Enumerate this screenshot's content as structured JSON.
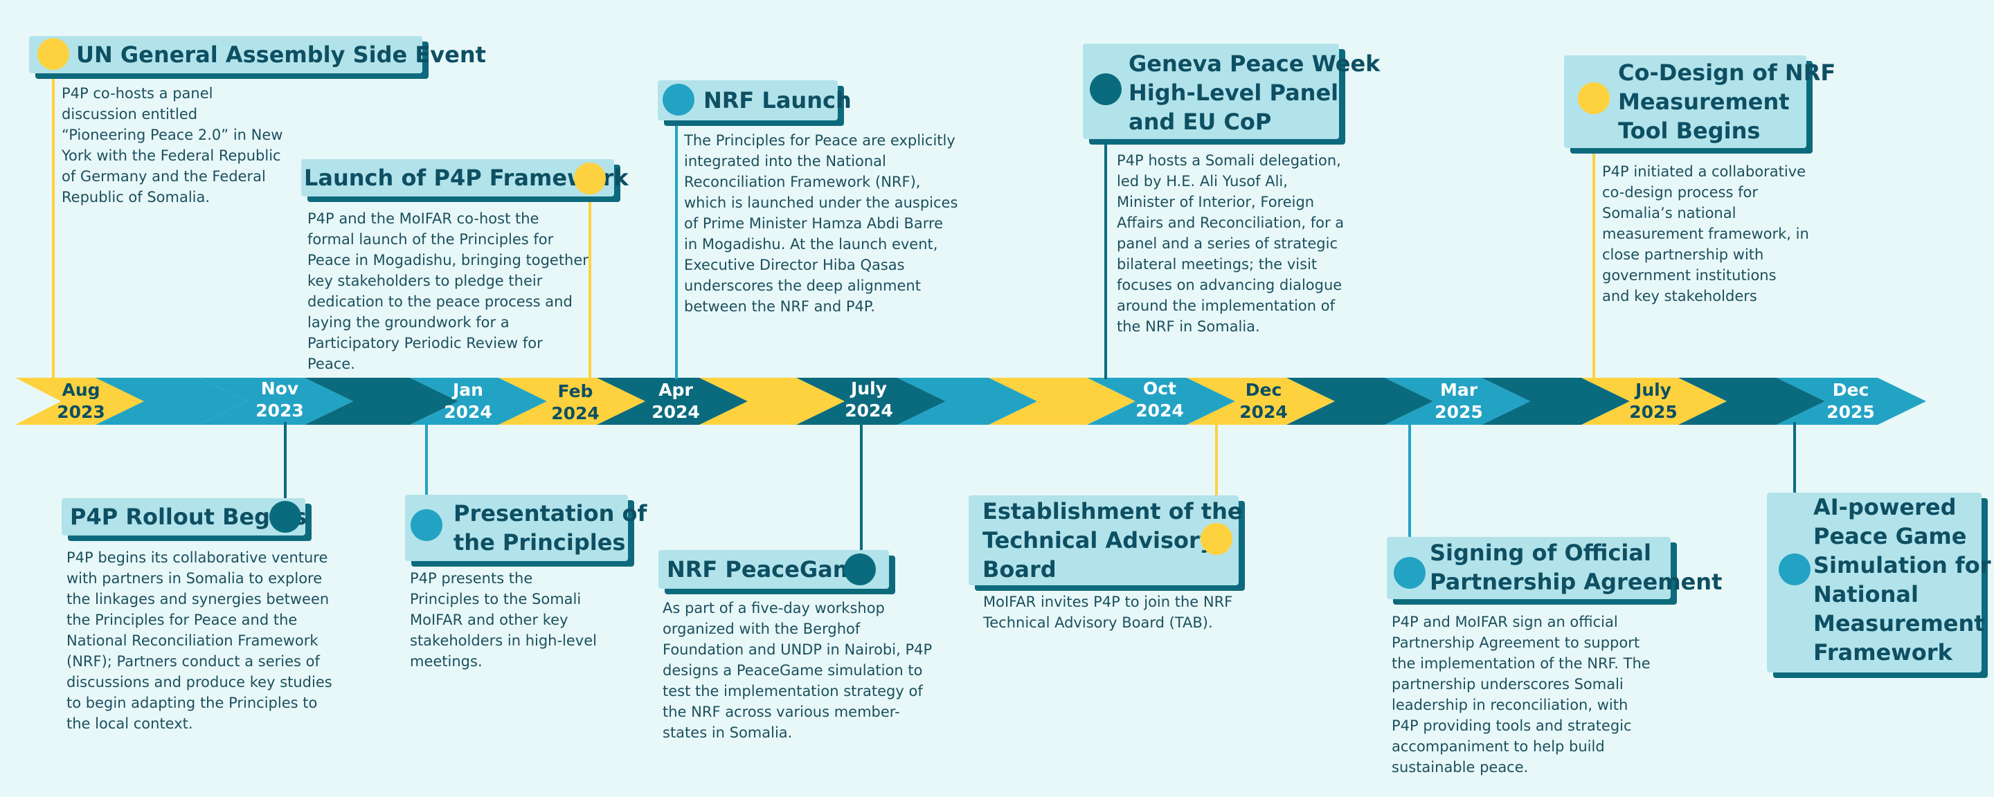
{
  "colors": {
    "background": "#e8f8f8",
    "card": "#b3e3ea",
    "card_shadow": "#0d6a7d",
    "yellow": "#fed23f",
    "teal": "#23a3c4",
    "dark_teal": "#0b6b7e",
    "text": "#1b4f5e"
  },
  "timeline": {
    "markers": [
      {
        "month": "Aug",
        "year": "2023"
      },
      {
        "month": "Nov",
        "year": "2023"
      },
      {
        "month": "Jan",
        "year": "2024"
      },
      {
        "month": "Feb",
        "year": "2024"
      },
      {
        "month": "Apr",
        "year": "2024"
      },
      {
        "month": "July",
        "year": "2024"
      },
      {
        "month": "Oct",
        "year": "2024"
      },
      {
        "month": "Dec",
        "year": "2024"
      },
      {
        "month": "Mar",
        "year": "2025"
      },
      {
        "month": "July",
        "year": "2025"
      },
      {
        "month": "Dec",
        "year": "2025"
      }
    ]
  },
  "events": {
    "un_general_assembly": {
      "title": "UN General Assembly Side Event",
      "description": [
        "P4P co-hosts a panel",
        "discussion entitled",
        "“Pioneering Peace 2.0” in New",
        "York with the Federal Republic",
        "of Germany and the Federal",
        "Republic of Somalia."
      ]
    },
    "p4p_rollout": {
      "title": "P4P Rollout Begins",
      "description": [
        "P4P begins its collaborative venture",
        "with partners in Somalia to explore",
        "the linkages and synergies between",
        "the Principles for Peace and the",
        "National Reconciliation Framework",
        "(NRF); Partners conduct a series of",
        "discussions and produce key studies",
        "to begin adapting the Principles to",
        "the local context."
      ]
    },
    "launch_framework": {
      "title": "Launch of P4P Framework",
      "description": [
        "P4P and the MoIFAR co-host the",
        "formal  launch of the Principles for",
        "Peace in Mogadishu, bringing together",
        "key stakeholders to pledge their",
        "dedication to the peace process and",
        "laying the groundwork for a",
        "Participatory Periodic Review for",
        "Peace."
      ]
    },
    "presentation_principles": {
      "title": [
        "Presentation of",
        "the Principles"
      ],
      "description": [
        "P4P presents the",
        "Principles to the Somali",
        "MoIFAR and other key",
        "stakeholders in high-level",
        "meetings."
      ]
    },
    "nrf_launch": {
      "title": "NRF Launch",
      "description": [
        "The Principles for Peace are explicitly",
        "integrated into the National",
        "Reconciliation Framework (NRF),",
        "which is launched under the auspices",
        "of Prime Minister Hamza Abdi Barre",
        "in Mogadishu. At the launch event,",
        "Executive Director Hiba Qasas",
        "underscores the deep alignment",
        "between the NRF and P4P."
      ]
    },
    "nrf_peacegame": {
      "title": "NRF PeaceGame",
      "description": [
        "As part of a five-day workshop",
        "organized with the Berghof",
        "Foundation and UNDP in Nairobi, P4P",
        "designs a PeaceGame simulation to",
        "test the implementation strategy of",
        "the NRF across various member-",
        "states in Somalia."
      ]
    },
    "geneva_peace_week": {
      "title": [
        "Geneva Peace Week",
        "High-Level Panel",
        "and EU CoP"
      ],
      "description": [
        "P4P hosts a Somali delegation,",
        "led by H.E. Ali Yusof Ali,",
        "Minister of Interior, Foreign",
        "Affairs and Reconciliation, for a",
        "panel and a series of strategic",
        "bilateral meetings; the visit",
        "focuses on advancing dialogue",
        "around the implementation of",
        "the NRF in Somalia."
      ]
    },
    "technical_advisory_board": {
      "title": [
        "Establishment of the",
        "Technical Advisory",
        "Board"
      ],
      "description": [
        "MoIFAR invites P4P to join the NRF",
        "Technical Advisory Board (TAB)."
      ]
    },
    "official_partnership": {
      "title": [
        "Signing of Official",
        "Partnership Agreement"
      ],
      "description": [
        "P4P and MoIFAR sign an official",
        "Partnership Agreement to support",
        "the implementation of the NRF. The",
        "partnership underscores Somali",
        "leadership in reconciliation, with",
        "P4P providing tools and strategic",
        "accompaniment to help build",
        "sustainable peace."
      ]
    },
    "co_design": {
      "title": [
        "Co-Design of NRF",
        "Measurement",
        "Tool Begins"
      ],
      "description": [
        "P4P initiated a collaborative",
        "co-design process for",
        "Somalia’s national",
        "measurement framework, in",
        "close partnership with",
        "government institutions",
        "and key stakeholders"
      ]
    },
    "ai_peace_game": {
      "title": [
        "AI-powered",
        "Peace Game",
        "Simulation for a",
        "National",
        "Measurement",
        "Framework"
      ]
    }
  }
}
